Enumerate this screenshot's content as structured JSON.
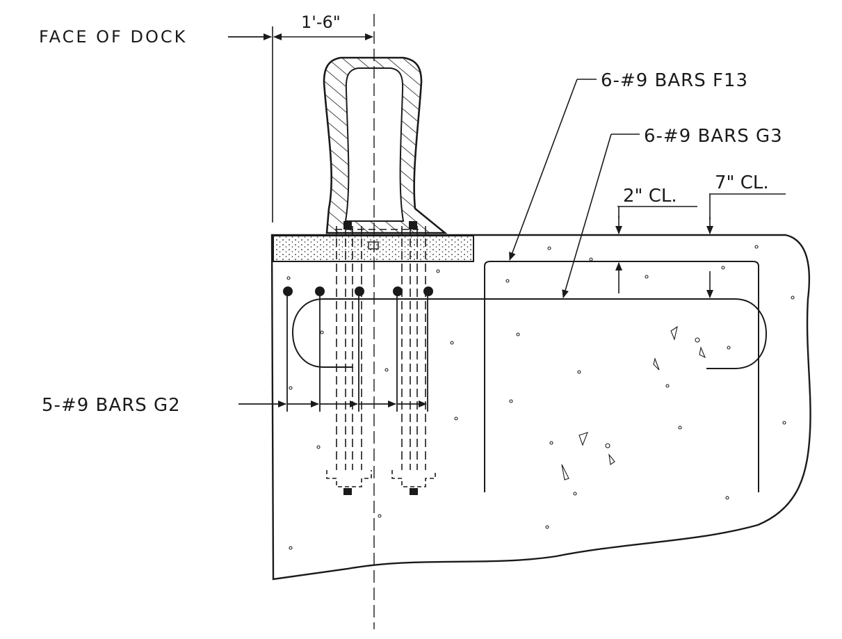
{
  "drawing": {
    "labels": {
      "face_of_dock": "FACE OF DOCK",
      "dimension_offset": "1'-6\"",
      "bars_f13": "6-#9 BARS F13",
      "bars_g3": "6-#9 BARS G3",
      "clear_top": "2\" CL.",
      "clear_second": "7\" CL.",
      "bars_g2": "5-#9 BARS G2"
    },
    "colors": {
      "ink": "#1a1a1a",
      "paper": "#ffffff"
    }
  }
}
